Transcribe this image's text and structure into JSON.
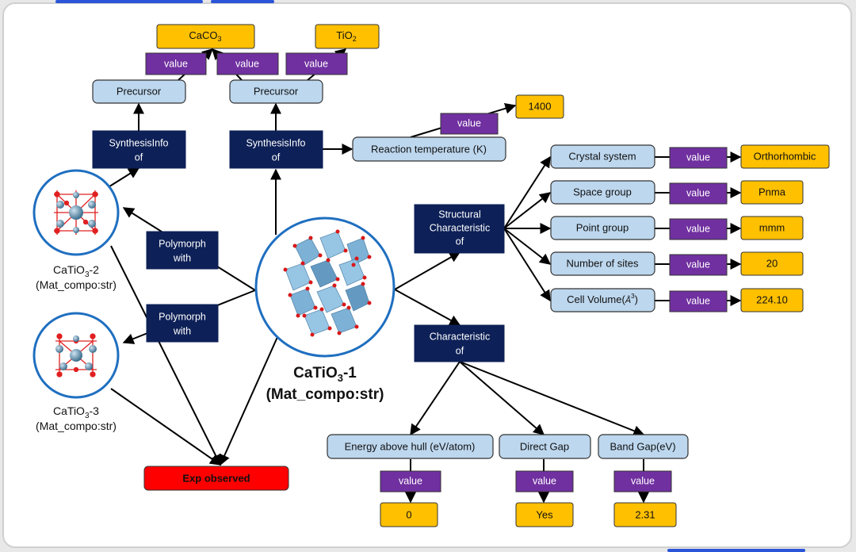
{
  "colors": {
    "accent": "#2a55d8",
    "light_node": "#bdd7ee",
    "dark_node": "#0d2057",
    "value_node": "#7030a0",
    "literal_node": "#ffc000",
    "exp_node": "#ff0000"
  },
  "materials": {
    "main": {
      "formula": "CaTiO",
      "sub": "3",
      "suffix": "-1",
      "type": "(Mat_compo:str)"
    },
    "m2": {
      "formula": "CaTiO",
      "sub": "3",
      "suffix": "-2",
      "type": "(Mat_compo:str)"
    },
    "m3": {
      "formula": "CaTiO",
      "sub": "3",
      "suffix": "-3",
      "type": "(Mat_compo:str)"
    }
  },
  "relations": {
    "synth_left": [
      "SynthesisInfo",
      "of"
    ],
    "synth_right": [
      "SynthesisInfo",
      "of"
    ],
    "polymorph_top": [
      "Polymorph",
      "with"
    ],
    "polymorph_bottom": [
      "Polymorph",
      "with"
    ],
    "structural": [
      "Structural",
      "Characteristic",
      "of"
    ],
    "characteristic": [
      "Characteristic",
      "of"
    ]
  },
  "precursors": {
    "left": "Precursor",
    "right": "Precursor"
  },
  "literals": {
    "caco3": {
      "main": "CaCO",
      "sub": "3"
    },
    "tio2": {
      "main": "TiO",
      "sub": "2"
    },
    "reaction_temp": "1400"
  },
  "value_label": "value",
  "reaction_temperature_label": "Reaction temperature (K)",
  "structural_props": [
    {
      "name": "Crystal system",
      "value": "Orthorhombic"
    },
    {
      "name": "Space group",
      "value": "Pnma"
    },
    {
      "name": "Point group",
      "value": "mmm"
    },
    {
      "name": "Number of sites",
      "value": "20"
    },
    {
      "name": "Cell Volume(",
      "unit": "Å",
      "unit_sup": "3",
      "name_end": ")",
      "value": "224.10"
    }
  ],
  "characteristics": [
    {
      "name": "Energy above hull (eV/atom)",
      "value": "0"
    },
    {
      "name": "Direct Gap",
      "value": "Yes"
    },
    {
      "name": "Band Gap(eV)",
      "value": "2.31"
    }
  ],
  "exp_observed": "Exp observed"
}
